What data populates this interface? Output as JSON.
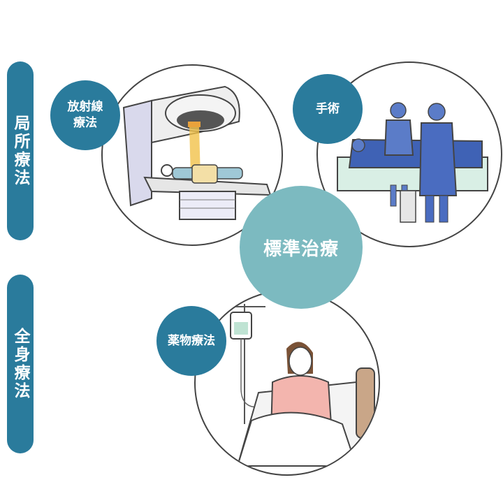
{
  "categories": {
    "local": "局所療法",
    "systemic": "全身療法"
  },
  "center": {
    "label": "標準治療"
  },
  "treatments": {
    "radiation": {
      "label": "放射線\n療法",
      "line1": "放射線",
      "line2": "療法"
    },
    "surgery": {
      "label": "手術"
    },
    "drug": {
      "label": "薬物療法"
    }
  },
  "colors": {
    "badge": "#2a7b9c",
    "center": "#7cbac0",
    "outline": "#444444"
  },
  "icons": [
    "radiation-machine-illustration",
    "surgery-illustration",
    "iv-drip-illustration"
  ]
}
